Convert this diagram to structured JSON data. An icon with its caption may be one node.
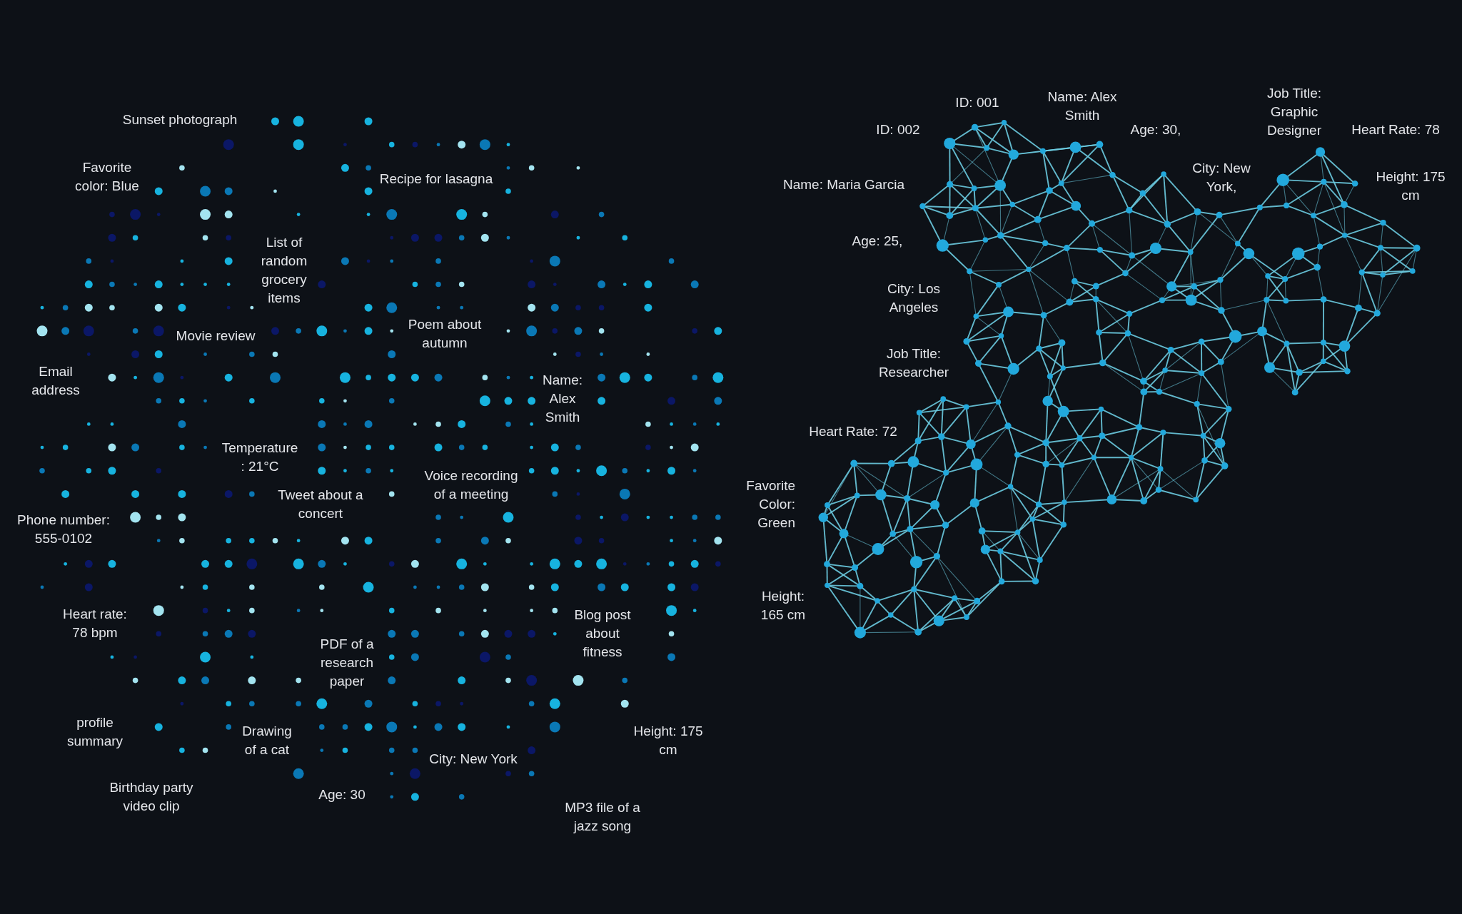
{
  "diagram": {
    "labels": [
      "Sunset photograph",
      "Favorite color: Blue",
      "Recipe for lasagna",
      "List of random grocery items",
      "Poem about autumn",
      "Movie review",
      "Email address",
      "Name: Alex Smith",
      "Temperature : 21°C",
      "Voice recording of a meeting",
      "Tweet about a concert",
      "Phone number: 555-0102",
      "Heart rate: 78 bpm",
      "Blog post about fitness",
      "PDF of a research paper",
      "profile summary",
      "Drawing of a cat",
      "Height: 175 cm",
      "City: New York",
      "Birthday party video clip",
      "Age: 30",
      "MP3 file of a jazz song",
      "ID: 001",
      "Name: Alex Smith",
      "ID: 002",
      "Age: 30,",
      "Job Title: Graphic Designer",
      "Heart Rate: 78",
      "City: New York,",
      "Height: 175 cm",
      "Name: Maria Garcia",
      "Age: 25,",
      "City: Los Angeles",
      "Job Title: Researcher",
      "Heart Rate: 72",
      "Favorite Color: Green",
      "Height: 165 cm"
    ]
  }
}
